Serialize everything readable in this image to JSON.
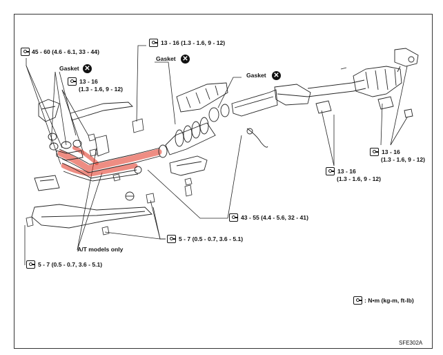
{
  "torque_labels": {
    "t1": "45 - 60 (4.6 - 6.1, 33 - 44)",
    "t2a": "13 - 16",
    "t2b": "(1.3 - 1.6, 9 - 12)",
    "t3": "13 - 16 (1.3 - 1.6, 9 - 12)",
    "t4a": "13 - 16",
    "t4b": "(1.3 - 1.6, 9 - 12)",
    "t5a": "13 - 16",
    "t5b": "(1.3 - 1.6, 9 - 12)",
    "t6": "43 - 55 (4.4 - 5.6, 32 - 41)",
    "t7": "5 - 7 (0.5 - 0.7, 3.6 - 5.1)",
    "t8": "5 - 7 (0.5 - 0.7, 3.6 - 5.1)"
  },
  "gasket_labels": {
    "g1": "Gasket",
    "g2": "Gasket",
    "g3": "Gasket"
  },
  "notes": {
    "at_models": "A/T models only"
  },
  "legend": {
    "units": ": N•m (kg-m, ft-lb)"
  },
  "figure_code": "SFE302A",
  "colors": {
    "highlight": "#e0301e",
    "ink": "#111111"
  },
  "icons": {
    "torque": "torque-wrench-icon",
    "replace": "do-not-reuse-icon"
  }
}
